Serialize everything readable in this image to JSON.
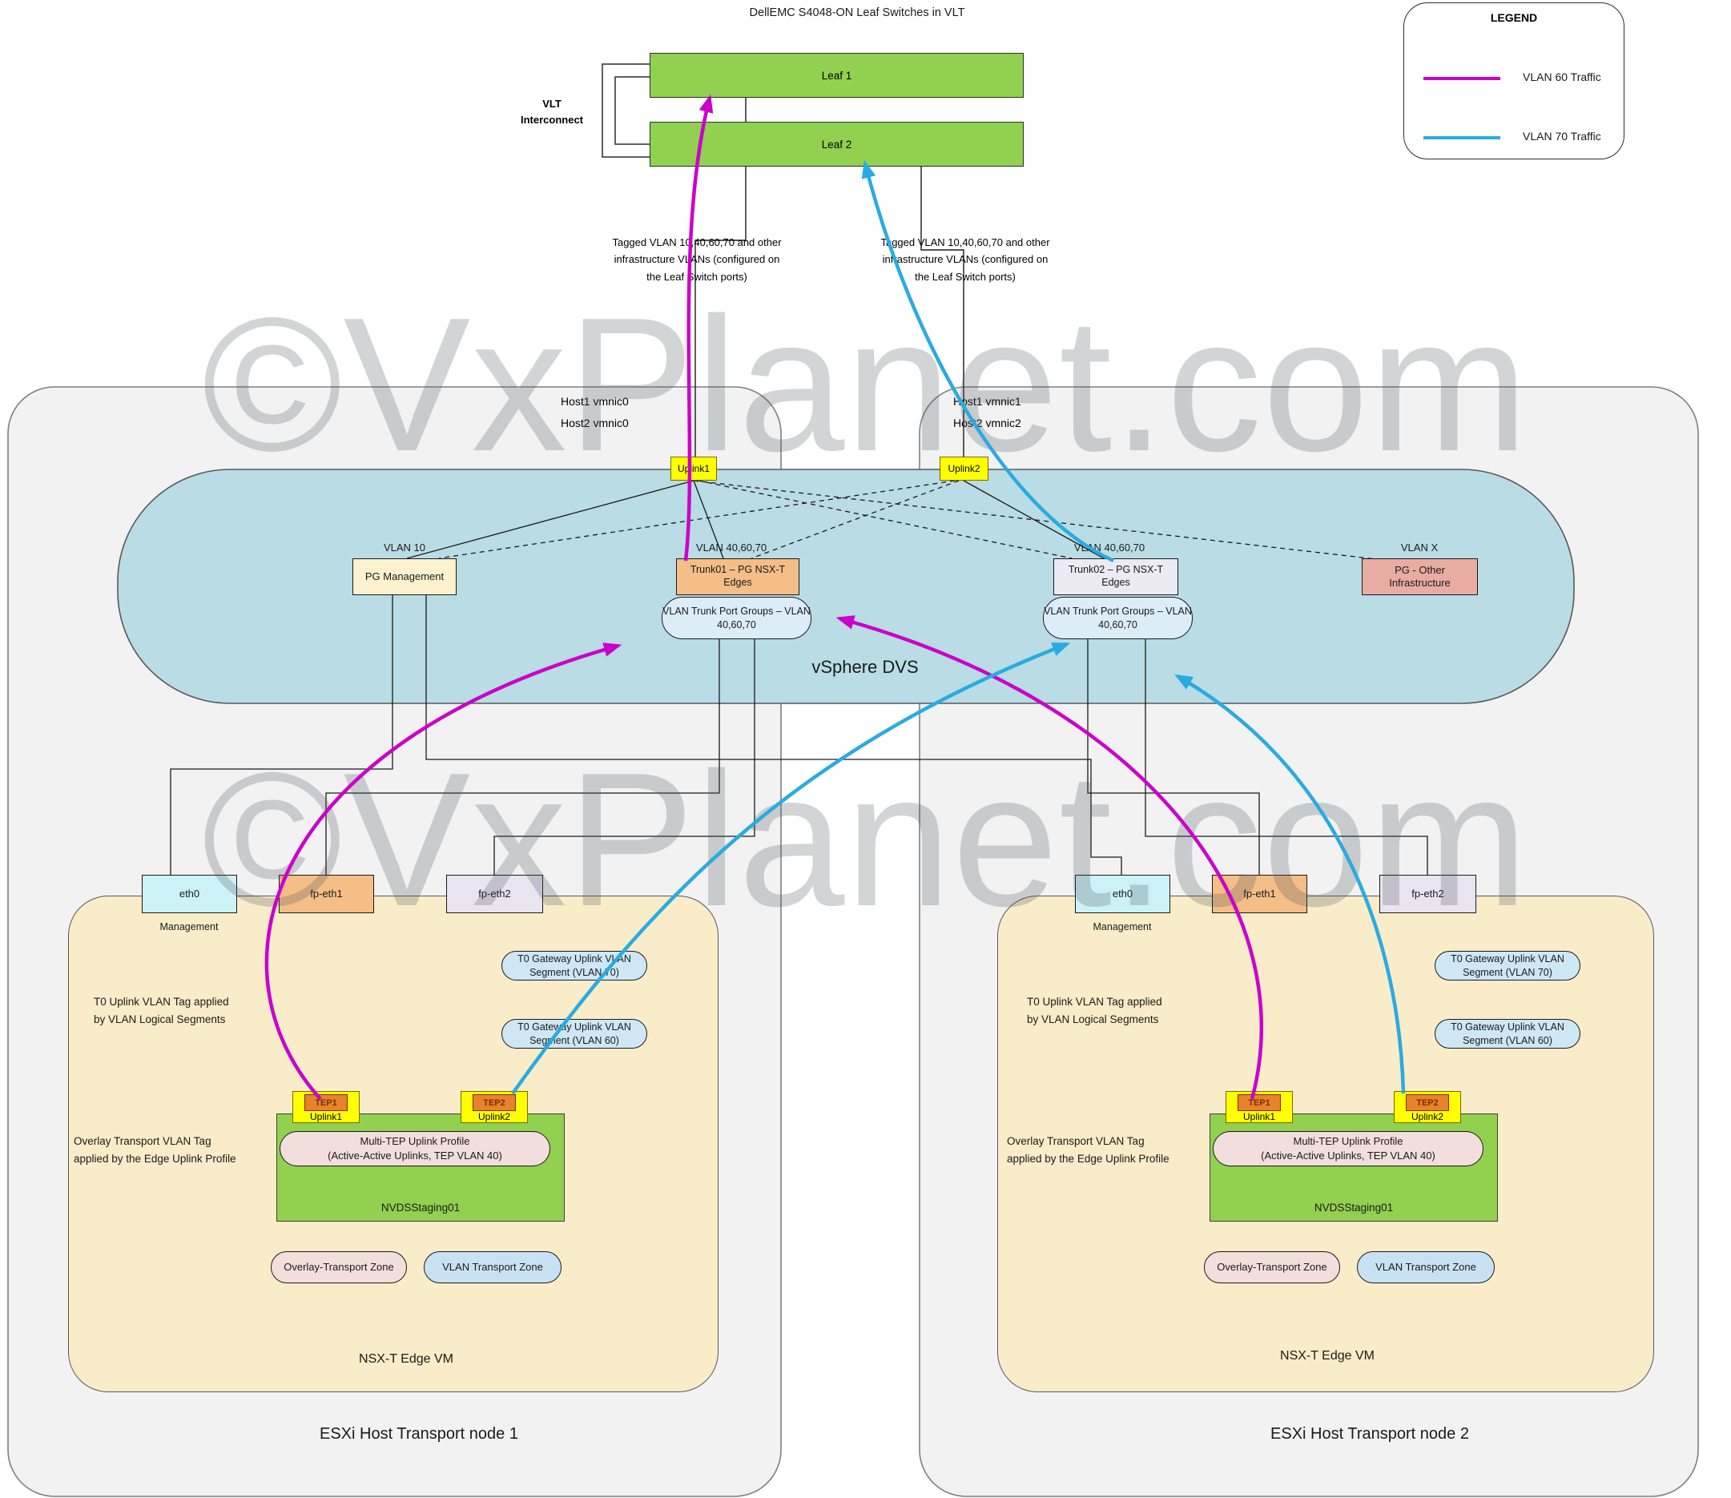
{
  "title": "DellEMC S4048-ON Leaf Switches in VLT",
  "watermark": "©VxPlanet.com",
  "colors": {
    "vlan60_magenta": "#CB00CB",
    "vlan70_cyan": "#29ABE2",
    "leaf_green": "#92D050",
    "dvs_blue": "#B9DCE5",
    "host_gray": "#F2F2F2",
    "edge_tan": "#F9ECC8",
    "uplink_yellow": "#FFFF00",
    "tep_orange": "#E8822D",
    "trunk01_orange": "#F4BE86",
    "trunk02_lavender": "#ECEAF3",
    "pg_mgmt_cream": "#FCF2D0",
    "pg_other_salmon": "#E9ACA3",
    "trunk_oval_blue": "#DCEDF8",
    "zone_pink": "#F2DEDC",
    "zone_blue": "#C9E2F3"
  },
  "legend": {
    "title": "LEGEND",
    "items": [
      {
        "label": "VLAN 60 Traffic",
        "color": "#CB00CB"
      },
      {
        "label": "VLAN 70 Traffic",
        "color": "#29ABE2"
      }
    ]
  },
  "switches": {
    "leaf1": "Leaf 1",
    "leaf2": "Leaf 2",
    "vlt_line1": "VLT",
    "vlt_line2": "Interconnect"
  },
  "tagged_note": [
    "Tagged VLAN 10,40,60,70 and other",
    "infrastructure VLANs (configured on",
    "the Leaf Switch ports)"
  ],
  "host_nics": {
    "left": [
      "Host1 vmnic0",
      "Host2 vmnic0"
    ],
    "right": [
      "Host1 vmnic1",
      "Host2 vmnic2"
    ]
  },
  "dvs": {
    "label": "vSphere DVS",
    "uplink1": "Uplink1",
    "uplink2": "Uplink2",
    "vlan10": "VLAN 10",
    "vlan406070_left": "VLAN 40,60,70",
    "vlan406070_right": "VLAN 40,60,70",
    "vlanx": "VLAN X",
    "pg_management": "PG Management",
    "trunk01": "Trunk01 – PG NSX-T Edges",
    "trunk02": "Trunk02 – PG NSX-T Edges",
    "pg_other": [
      "PG - Other",
      "Infrastructure"
    ],
    "trunk_pg_left": [
      "VLAN Trunk Port Groups – VLAN",
      "40,60,70"
    ],
    "trunk_pg_right": [
      "VLAN Trunk Port Groups – VLAN",
      "40,60,70"
    ]
  },
  "nodes": [
    {
      "eth0": "eth0",
      "management": "Management",
      "fp_eth1": "fp-eth1",
      "fp_eth2": "fp-eth2",
      "t0_seg_70": [
        "T0 Gateway Uplink VLAN",
        "Segment (VLAN 70)"
      ],
      "t0_seg_60": [
        "T0 Gateway Uplink VLAN",
        "Segment (VLAN 60)"
      ],
      "tep1": "TEP1",
      "uplink1": "Uplink1",
      "tep2": "TEP2",
      "uplink2": "Uplink2",
      "multi_tep": [
        "Multi-TEP Uplink Profile",
        "(Active-Active Uplinks, TEP VLAN 40)"
      ],
      "nvds": "NVDSStaging01",
      "overlay_tz": "Overlay-Transport Zone",
      "vlan_tz": "VLAN Transport Zone",
      "note_t0": [
        "T0 Uplink VLAN Tag applied",
        "by VLAN Logical Segments"
      ],
      "note_overlay": [
        "Overlay Transport VLAN Tag",
        "applied by the Edge Uplink Profile"
      ],
      "edge_vm": "NSX-T Edge VM",
      "host": "ESXi Host Transport node 1"
    },
    {
      "eth0": "eth0",
      "management": "Management",
      "fp_eth1": "fp-eth1",
      "fp_eth2": "fp-eth2",
      "t0_seg_70": [
        "T0 Gateway Uplink VLAN",
        "Segment (VLAN 70)"
      ],
      "t0_seg_60": [
        "T0 Gateway Uplink VLAN",
        "Segment (VLAN 60)"
      ],
      "tep1": "TEP1",
      "uplink1": "Uplink1",
      "tep2": "TEP2",
      "uplink2": "Uplink2",
      "multi_tep": [
        "Multi-TEP Uplink Profile",
        "(Active-Active Uplinks, TEP VLAN 40)"
      ],
      "nvds": "NVDSStaging01",
      "overlay_tz": "Overlay-Transport Zone",
      "vlan_tz": "VLAN Transport Zone",
      "note_t0": [
        "T0 Uplink VLAN Tag applied",
        "by VLAN Logical Segments"
      ],
      "note_overlay": [
        "Overlay Transport VLAN Tag",
        "applied by the Edge Uplink Profile"
      ],
      "edge_vm": "NSX-T Edge VM",
      "host": "ESXi Host Transport node 2"
    }
  ]
}
